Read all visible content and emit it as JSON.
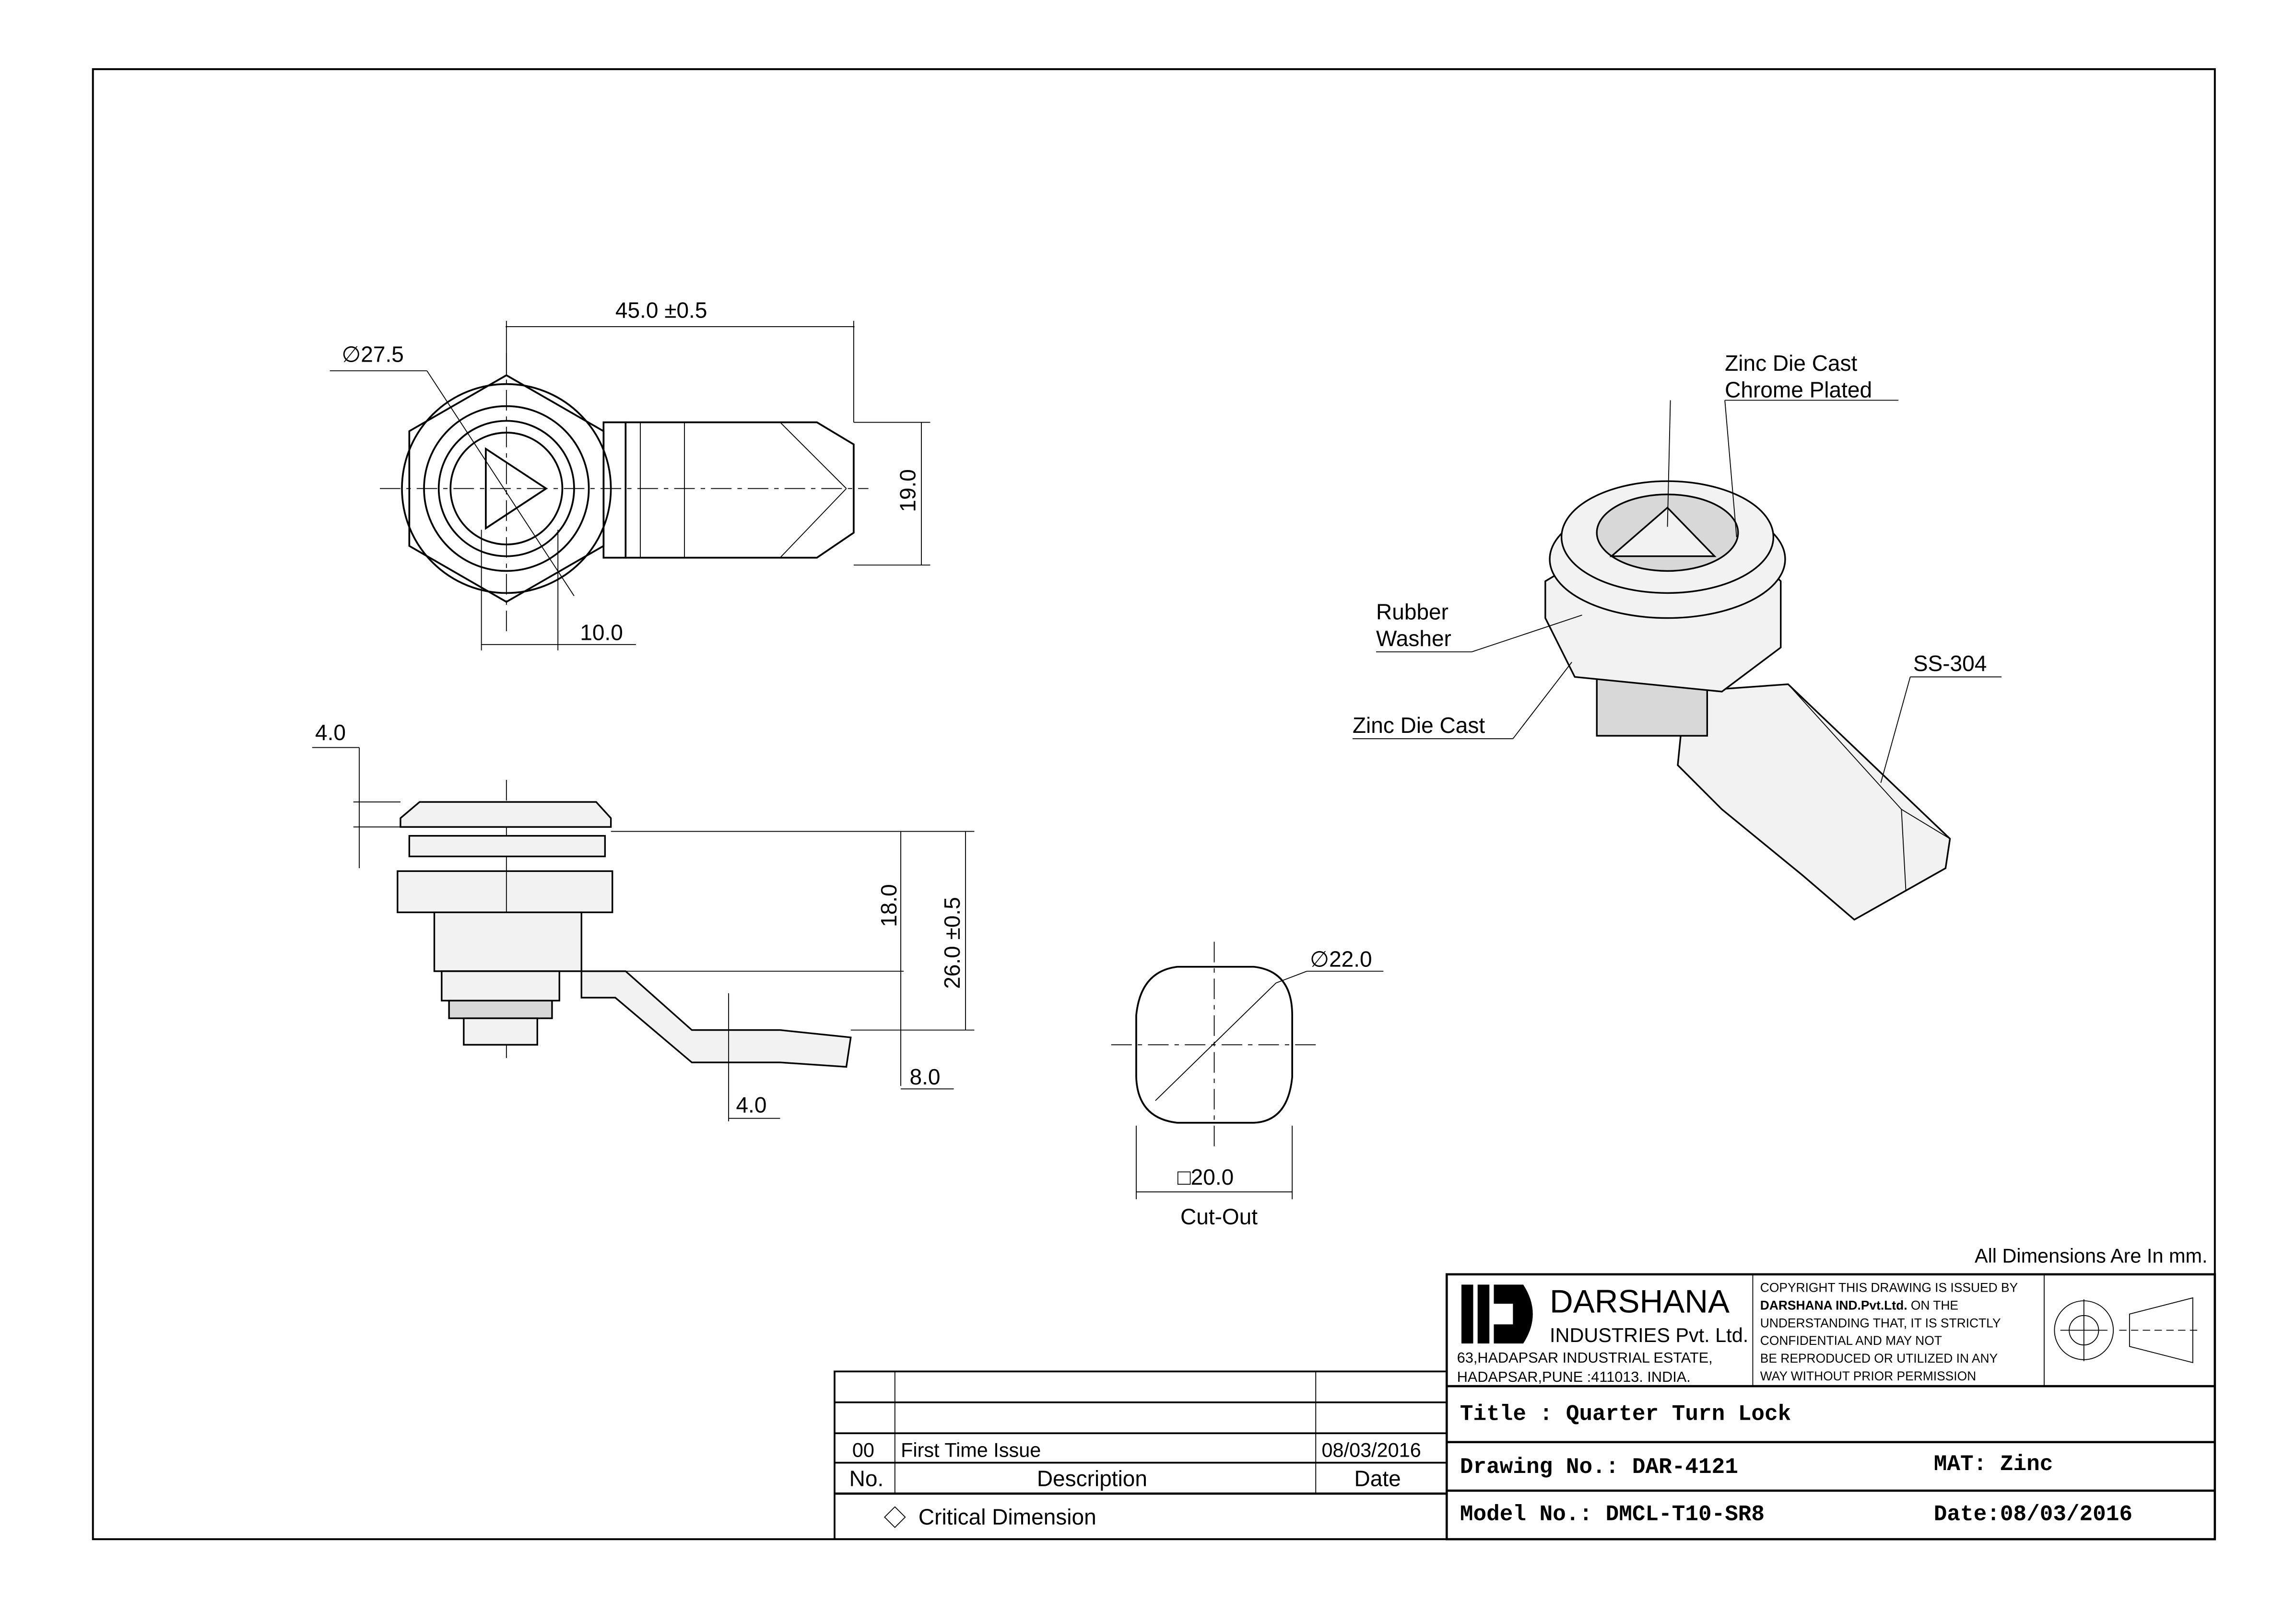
{
  "drawing": {
    "top_view": {
      "dia_outer": "∅27.5",
      "length": "45.0 ±0.5",
      "width": "19.0",
      "triangle": "10.0"
    },
    "side_view": {
      "cap": "4.0",
      "h18": "18.0",
      "h26": "26.0 ±0.5",
      "lever_t": "4.0",
      "offset": "8.0"
    },
    "cutout": {
      "dia": "∅22.0",
      "square": "□20.0",
      "label": "Cut-Out"
    },
    "iso_labels": {
      "mat1_line1": "Zinc Die Cast",
      "mat1_line2": "Chrome Plated",
      "washer_line1": "Rubber",
      "washer_line2": "Washer",
      "body": "Zinc Die Cast",
      "lever": "SS-304"
    },
    "units_note": "All Dimensions Are In mm."
  },
  "title_block": {
    "company": "DARSHANA",
    "company_sub": "INDUSTRIES Pvt. Ltd.",
    "address_1": "63,HADAPSAR INDUSTRIAL ESTATE,",
    "address_2": "HADAPSAR,PUNE :411013. INDIA.",
    "copyright": [
      "COPYRIGHT THIS DRAWING IS ISSUED BY",
      "DARSHANA IND.Pvt.Ltd.",
      " ON THE",
      "UNDERSTANDING THAT, IT IS STRICTLY",
      "CONFIDENTIAL AND MAY NOT",
      "BE REPRODUCED OR UTILIZED IN ANY",
      "WAY WITHOUT PRIOR PERMISSION"
    ],
    "title": "Title : Quarter Turn Lock",
    "drawing_no": "Drawing No.: DAR-4121",
    "mat": "MAT: Zinc",
    "model_no": "Model No.: DMCL-T10-SR8",
    "date": "Date:08/03/2016"
  },
  "revisions": {
    "headers": {
      "no": "No.",
      "description": "Description",
      "date": "Date"
    },
    "rows": [
      {
        "no": "00",
        "description": "First Time Issue",
        "date": "08/03/2016"
      }
    ],
    "critical_note": "Critical Dimension"
  }
}
